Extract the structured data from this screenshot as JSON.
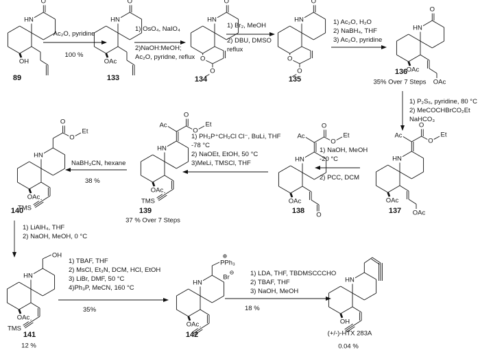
{
  "compounds": [
    {
      "number": "89",
      "atoms": {
        "nh": "HN",
        "sub": "OH",
        "c2": {
          "o": "O"
        },
        "side": {}
      }
    },
    {
      "number": "133",
      "atoms": {
        "nh": "HN",
        "sub": "OAc",
        "c2": {
          "o": "O"
        },
        "side": {}
      }
    },
    {
      "number": "134",
      "atoms": {
        "nh": "HN",
        "sub": "O",
        "c2": {
          "o": "O"
        },
        "side": {
          "ome": "O"
        }
      }
    },
    {
      "number": "135",
      "atoms": {
        "nh": "HN",
        "sub": "O",
        "c2": {
          "o": "O"
        },
        "side": {
          "ome": "O"
        }
      }
    },
    {
      "number": "136",
      "atoms": {
        "nh": "HN",
        "sub": "OAc",
        "c2": {
          "o": "O"
        },
        "side": {
          "oac": "OAc"
        }
      }
    },
    {
      "number": "137",
      "atoms": {
        "nh": "HN",
        "sub": "OAc",
        "c2": {
          "ac": "Ac",
          "o1": "O",
          "o2": "O",
          "et": "Et"
        },
        "side": {
          "oac": "OAc"
        }
      }
    },
    {
      "number": "138",
      "atoms": {
        "nh": "HN",
        "sub": "OAc",
        "c2": {
          "ac": "Ac",
          "o1": "O",
          "o2": "O",
          "et": "Et"
        },
        "side": {
          "o": "O"
        }
      }
    },
    {
      "number": "139",
      "atoms": {
        "nh": "HN",
        "sub": "OAc",
        "c2": {
          "ac": "Ac",
          "o1": "O",
          "o2": "O",
          "et": "Et"
        },
        "side": {
          "tms": "TMS"
        }
      }
    },
    {
      "number": "140",
      "atoms": {
        "nh": "HN",
        "sub": "OAc",
        "c2": {
          "o1": "O",
          "o2": "O",
          "et": "Et"
        },
        "side": {
          "tms": "TMS"
        }
      }
    },
    {
      "number": "141",
      "atoms": {
        "nh": "HN",
        "sub": "OAc",
        "c2": {
          "oh": "OH"
        },
        "side": {
          "tms": "TMS"
        }
      }
    },
    {
      "number": "142",
      "atoms": {
        "nh": "HN",
        "sub": "OAc",
        "c2": {
          "p": "PPh₃",
          "plus": "⊕",
          "br": "Br",
          "minus": "⊖"
        },
        "side": {}
      }
    },
    {
      "number": "(+/-)-HTX 283A",
      "atoms": {
        "nh": "HN",
        "sub": "OH",
        "c2": {},
        "side": {}
      }
    }
  ],
  "steps": {
    "s1": {
      "above": [
        "Ac₂O, pyridine"
      ],
      "below": [
        "100 %"
      ]
    },
    "s2": {
      "above": [
        "1) OsO₄, NaIO₄"
      ],
      "below": [
        "2)NaOH:MeOH;",
        "Ac₂O, pyridne, reflux"
      ]
    },
    "s3": {
      "above": [
        "1) Br₂, MeOH"
      ],
      "below": [
        "2) DBU, DMSO",
        "reflux"
      ]
    },
    "s4": {
      "above": [
        "1) Ac₂O, H₂O",
        "2) NaBH₄, THF",
        "3) Ac₂O, pyridine"
      ]
    },
    "s5": {
      "side": [
        "1) P₂S₅, pyridine, 80 °C",
        "2) MeCOCHBrCO₂Et",
        "NaHCO₃"
      ]
    },
    "s6": {
      "above": [
        "1) NaOH, MeOH",
        "-20 °C"
      ],
      "below": [
        "2) PCC, DCM"
      ]
    },
    "s7": {
      "above": [
        "1) PH₃P⁺CH₂Cl Cl⁻, BuLi, THF",
        "-78 °C",
        "2) NaOEt, EtOH, 50 °C",
        "3)MeLi, TMSCl, THF"
      ]
    },
    "s8": {
      "above": [
        "NaBH₃CN, hexane"
      ],
      "below": [
        "38 %"
      ]
    },
    "s9": {
      "side": [
        "1) LiAlH₄, THF",
        "2) NaOH, MeOH, 0 °C"
      ]
    },
    "s10": {
      "above": [
        "1) TBAF, THF",
        "2) MsCl, Et₃N, DCM, HCl, EtOH",
        "3) LiBr, DMF, 50 °C",
        "4)Ph₃P, MeCN, 160 °C"
      ],
      "below": [
        "35%"
      ]
    },
    "s11": {
      "above": [
        "1) LDA, THF, TBDMSCCCHO",
        "2) TBAF, THF",
        "3) NaOH, MeOH"
      ],
      "below": [
        "18 %"
      ]
    }
  },
  "notes": {
    "yield_136": "35% Over 7 Steps",
    "yield_139": "37 % Over 7 Steps",
    "yield_141": "12 %",
    "yield_htx": "0.04 %"
  }
}
